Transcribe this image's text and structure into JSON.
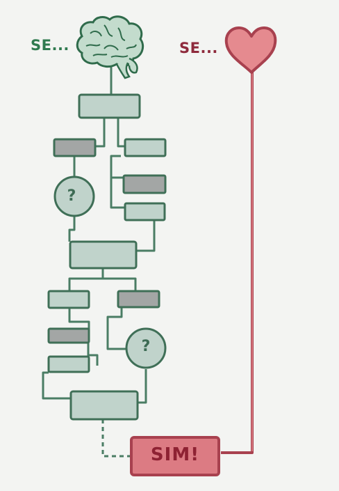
{
  "labels": {
    "brain_prefix": "SE...",
    "heart_prefix": "SE...",
    "question_1": "?",
    "question_2": "?",
    "result": "SIM!"
  },
  "colors": {
    "brain_green": "#3f7a5a",
    "box_fill": "#c0d3cb",
    "box_dark_fill": "#a3a6a5",
    "heart_fill": "#e58a8f",
    "heart_stroke": "#a8414f",
    "result_fill": "#dc7b83"
  },
  "icons": [
    "brain-icon",
    "heart-icon"
  ]
}
